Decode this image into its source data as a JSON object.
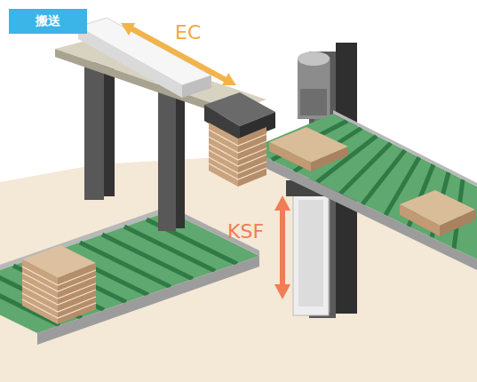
{
  "diagram": {
    "nodes": [
      {
        "text": [
          "搬送"
        ]
      }
    ],
    "labels": [
      "EC",
      "KSF"
    ]
  }
}
